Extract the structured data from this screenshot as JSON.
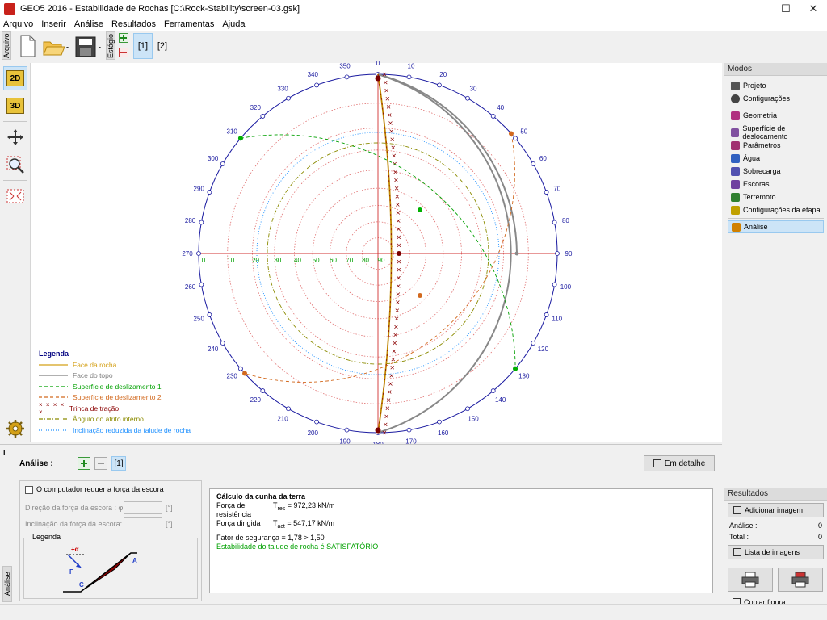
{
  "window": {
    "title": "GEO5 2016 - Estabilidade de Rochas [C:\\Rock-Stability\\screen-03.gsk]",
    "minimize": "—",
    "maximize": "☐",
    "close": "✕"
  },
  "menu": [
    "Arquivo",
    "Inserir",
    "Análise",
    "Resultados",
    "Ferramentas",
    "Ajuda"
  ],
  "toolbar": {
    "side_tab": "Arquivo",
    "stage_label": "Estágio",
    "stages": [
      "[1]",
      "[2]"
    ]
  },
  "left_tools": [
    "2D",
    "3D"
  ],
  "plot": {
    "outer_labels": [
      "0",
      "10",
      "20",
      "30",
      "40",
      "50",
      "60",
      "70",
      "80",
      "90",
      "100",
      "110",
      "120",
      "130",
      "140",
      "150",
      "160",
      "170",
      "180",
      "190",
      "200",
      "210",
      "220",
      "230",
      "240",
      "250",
      "260",
      "270",
      "280",
      "290",
      "300",
      "310",
      "320",
      "330",
      "340",
      "350"
    ],
    "dip_labels": [
      "0",
      "10",
      "20",
      "30",
      "40",
      "50",
      "60",
      "70",
      "80",
      "90"
    ],
    "legend": {
      "title": "Legenda",
      "items": [
        {
          "label": "Face da rocha",
          "color": "#d4a017",
          "style": "solid"
        },
        {
          "label": "Face do topo",
          "color": "#808080",
          "style": "solid"
        },
        {
          "label": "Superfície de deslizamento 1",
          "color": "#00a000",
          "style": "dashed"
        },
        {
          "label": "Superfície de deslizamento 2",
          "color": "#d2691e",
          "style": "dashed"
        },
        {
          "label": "Trinca de tração",
          "color": "#8b0000",
          "style": "cross"
        },
        {
          "label": "Ângulo do atrito interno",
          "color": "#8b8b00",
          "style": "dashdot"
        },
        {
          "label": "Inclinação reduzida da talude de rocha",
          "color": "#1e90ff",
          "style": "dotted"
        }
      ]
    }
  },
  "modes": {
    "header": "Modos",
    "items": [
      {
        "label": "Projeto",
        "color": "#555"
      },
      {
        "label": "Configurações",
        "color": "#444"
      },
      {
        "label": "Geometria",
        "color": "#b03080"
      },
      {
        "label": "Superfície de deslocamento",
        "color": "#8050a0"
      },
      {
        "label": "Parâmetros",
        "color": "#a03070"
      },
      {
        "label": "Água",
        "color": "#3060c0"
      },
      {
        "label": "Sobrecarga",
        "color": "#5050b0"
      },
      {
        "label": "Escoras",
        "color": "#7040a0"
      },
      {
        "label": "Terremoto",
        "color": "#308030"
      },
      {
        "label": "Configurações da etapa",
        "color": "#c0a000"
      },
      {
        "label": "Análise",
        "color": "#d08000"
      }
    ]
  },
  "results": {
    "header": "Resultados",
    "add_image": "Adicionar imagem",
    "analysis_label": "Análise :",
    "analysis_value": "0",
    "total_label": "Total :",
    "total_value": "0",
    "image_list": "Lista de imagens",
    "copy_figure": "Copiar figura"
  },
  "analysis_panel": {
    "side_tab": "Análise",
    "label": "Análise :",
    "tab": "[1]",
    "detail_button": "Em detalhe",
    "checkbox_label": "O computador requer a força da escora",
    "direction_label": "Direção da força da escora :  φ =",
    "direction_unit": "[°]",
    "inclination_label": "Inclinação da força da escora:  α =",
    "inclination_unit": "[°]",
    "legend_title": "Legenda",
    "diagram_labels": [
      "+α",
      "F",
      "A",
      "C"
    ]
  },
  "results_text": {
    "title": "Cálculo da cunha da terra",
    "resisting_label": "Força de resistência",
    "resisting_symbol": "T",
    "resisting_sub": "res",
    "resisting_value": "= 972,23 kN/m",
    "driving_label": "Força dirigida",
    "driving_symbol": "T",
    "driving_sub": "act",
    "driving_value": "= 547,17 kN/m",
    "safety": "Fator de segurança = 1,78 > 1,50",
    "verdict": "Estabilidade do talude de rocha é SATISFATÓRIO",
    "verdict_color": "#00a000"
  }
}
